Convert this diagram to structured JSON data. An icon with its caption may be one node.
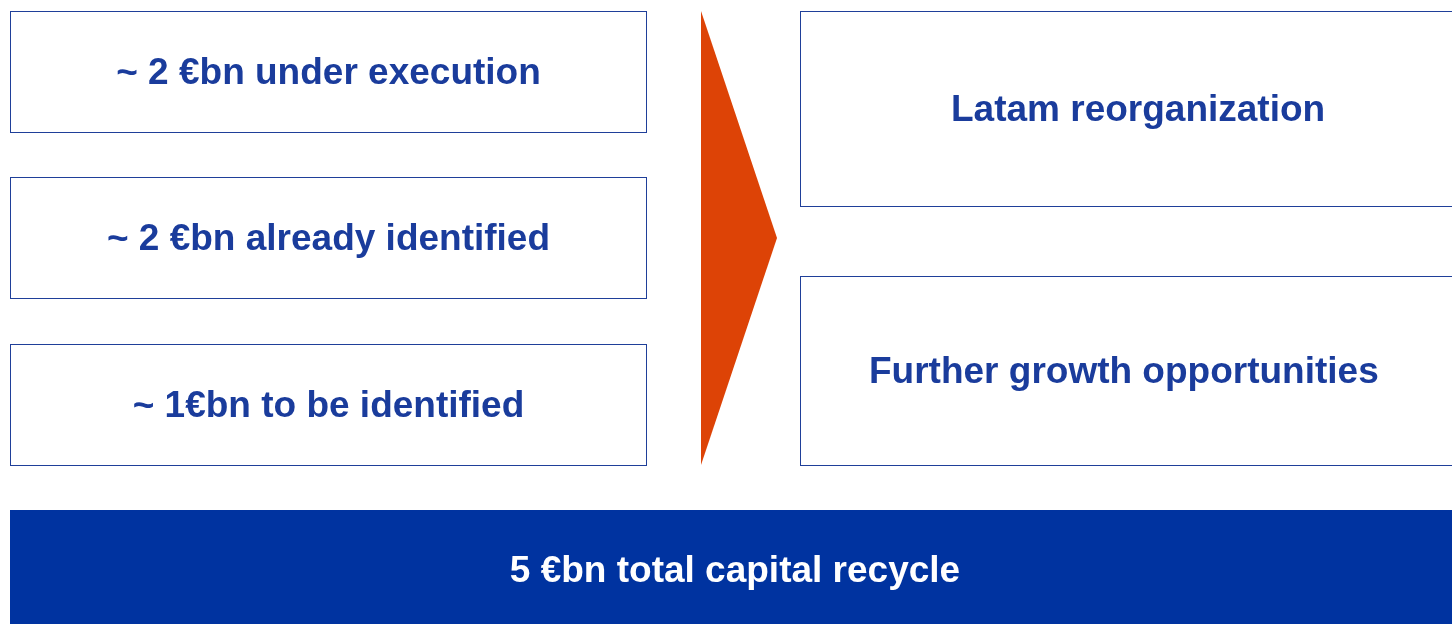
{
  "diagram": {
    "nodes": [
      {
        "text": [
          "~ 2 €bn under execution"
        ]
      },
      {
        "text": [
          "~ 2 €bn already identified"
        ]
      },
      {
        "text": [
          "~ 1€bn to be identified"
        ]
      },
      {
        "text": [
          "Latam reorganization"
        ]
      },
      {
        "text": [
          "Further growth opportunities"
        ]
      },
      {
        "text": [
          "5 €bn total capital recycle"
        ]
      }
    ]
  }
}
